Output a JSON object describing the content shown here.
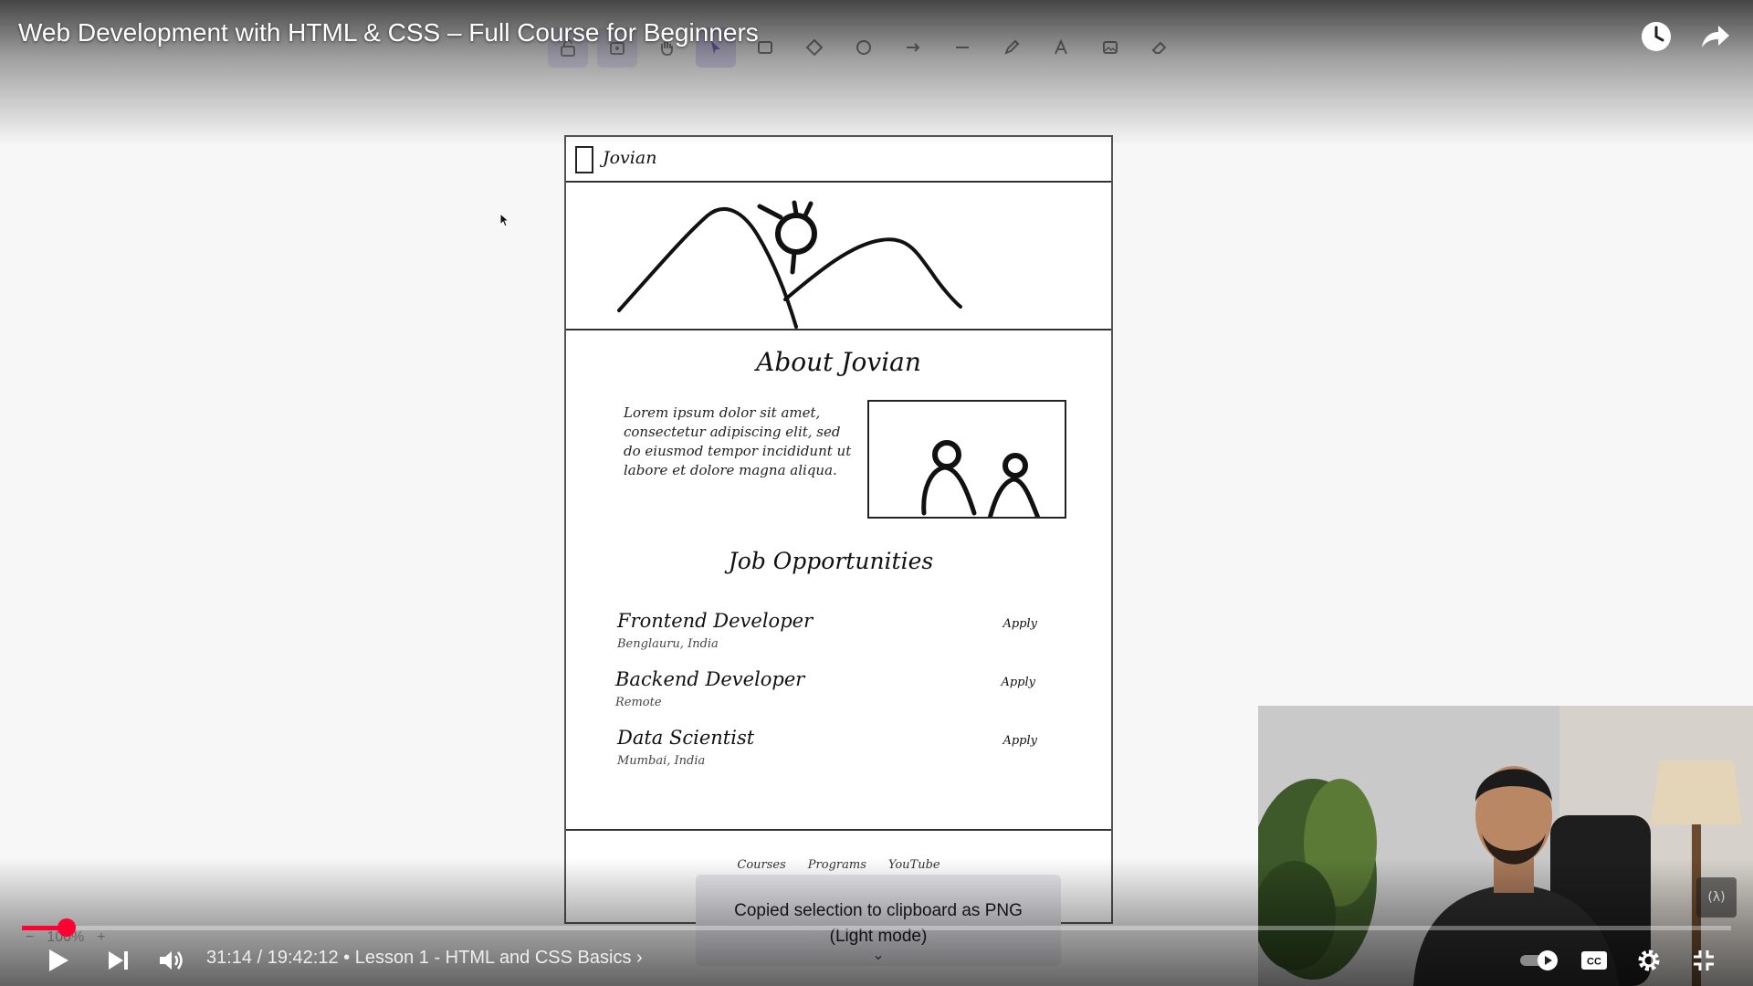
{
  "video": {
    "title": "Web Development with HTML & CSS – Full Course for Beginners",
    "current_time": "31:14",
    "duration": "19:42:12",
    "chapter": "Lesson 1 - HTML and CSS Basics",
    "progress_fraction": 0.0264,
    "icons": {
      "watch_later": "clock-icon",
      "share": "share-icon",
      "play": "play-icon",
      "next": "skip-next-icon",
      "volume": "volume-icon",
      "autoplay": "autoplay-toggle-icon",
      "captions": "cc-icon",
      "settings": "gear-icon",
      "fullscreen_exit": "exit-fullscreen-icon"
    },
    "accent_color": "#ff0033"
  },
  "excalidraw": {
    "zoom": "100%",
    "zoom_minus": "−",
    "zoom_plus": "+",
    "toast_line1": "Copied selection to clipboard as PNG",
    "toast_line2": "(Light mode)",
    "toolbar_tools": [
      "lock",
      "library",
      "hand",
      "selection",
      "rectangle",
      "diamond",
      "ellipse",
      "arrow",
      "line",
      "draw",
      "text",
      "image",
      "eraser"
    ]
  },
  "wireframe": {
    "logo_text": "Jovian",
    "about_title": "About Jovian",
    "about_text": "Lorem ipsum dolor sit amet, consectetur adipiscing elit, sed do eiusmod tempor incididunt ut labore et dolore magna aliqua.",
    "jobs_title": "Job Opportunities",
    "jobs": [
      {
        "title": "Frontend Developer",
        "location": "Benglauru, India",
        "apply": "Apply"
      },
      {
        "title": "Backend Developer",
        "location": "Remote",
        "apply": "Apply"
      },
      {
        "title": "Data Scientist",
        "location": "Mumbai, India",
        "apply": "Apply"
      }
    ],
    "footer_links": [
      "Courses",
      "Programs",
      "YouTube"
    ]
  }
}
